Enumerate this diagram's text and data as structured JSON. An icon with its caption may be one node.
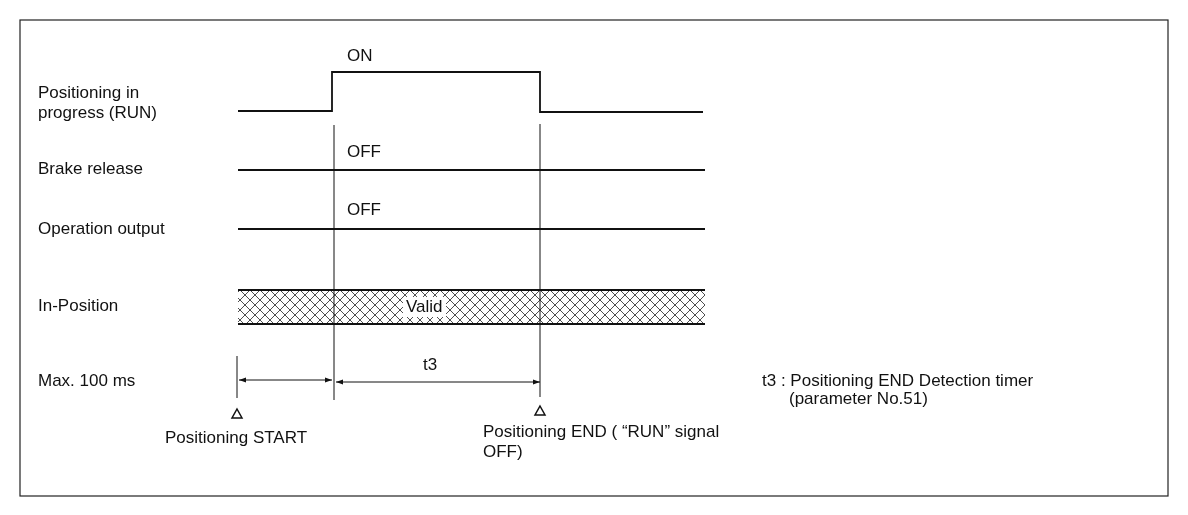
{
  "diagram": {
    "labels": [
      "ON",
      "Positioning in progress (RUN)",
      "OFF",
      "Brake release",
      "OFF",
      "Operation output",
      "In-Position",
      "Valid",
      "Max. 100 ms",
      "t3",
      "t3 : Positioning END Detection timer (parameter No.51)",
      "Positioning START",
      "Positioning END ( “RUN” signal OFF)"
    ]
  }
}
